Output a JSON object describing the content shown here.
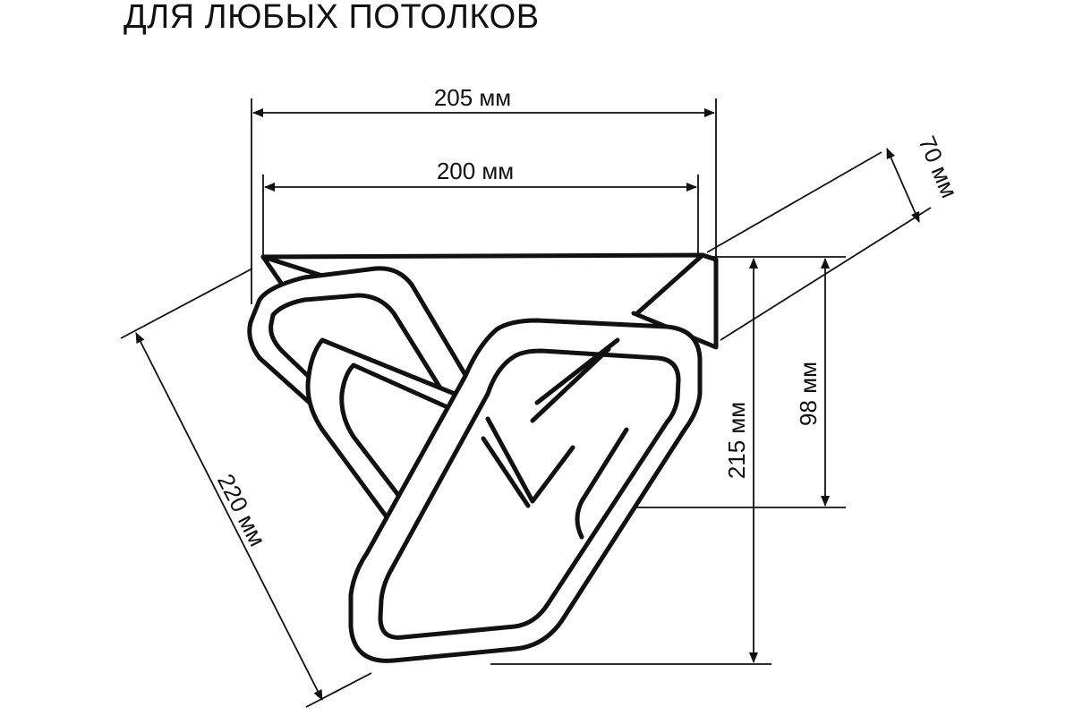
{
  "heading": "ДЛЯ ЛЮБЫХ ПОТОЛКОВ",
  "dimensions": {
    "outer_width": "205 мм",
    "inner_width": "200 мм",
    "depth": "70 мм",
    "body_height": "98 мм",
    "total_height": "215 мм",
    "diagonal": "220 мм"
  },
  "colors": {
    "line": "#111111",
    "background": "#ffffff"
  }
}
